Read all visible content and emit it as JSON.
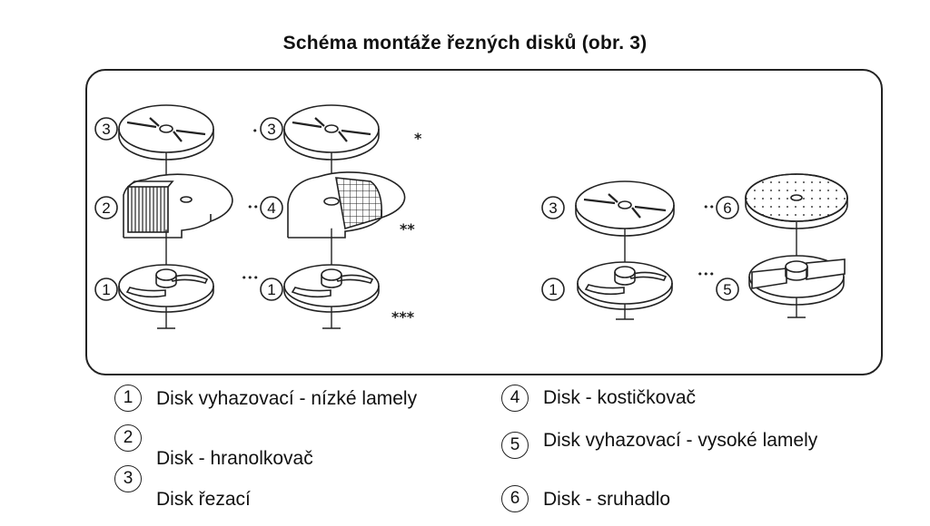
{
  "title": "Schéma montáže řezných disků (obr. 3)",
  "diagram": {
    "num_labels": {
      "c1_top": "3",
      "c1_mid": "2",
      "c1_bot": "1",
      "c2_top": "3",
      "c2_mid": "4",
      "c2_bot": "1",
      "c3_top": "3",
      "c3_bot": "1",
      "c4_top": "6",
      "c4_bot": "5"
    },
    "marks": {
      "c2_top_prefix": "•",
      "c2_mid_prefix": "••",
      "c2_bot_prefix": "•••",
      "c4_top_prefix": "••",
      "c4_bot_prefix": "•••",
      "side_1": "*",
      "side_2": "**",
      "side_3": "***"
    }
  },
  "legend": [
    {
      "num": "1",
      "text": "Disk vyhazovací - nízké lamely"
    },
    {
      "num": "2",
      "text": "Disk - hranolkovač"
    },
    {
      "num": "3",
      "text": "Disk řezací"
    },
    {
      "num": "4",
      "text": "Disk - kostičkovač"
    },
    {
      "num": "5",
      "text": "Disk vyhazovací - vysoké lamely"
    },
    {
      "num": "6",
      "text": "Disk - sruhadlo"
    }
  ]
}
